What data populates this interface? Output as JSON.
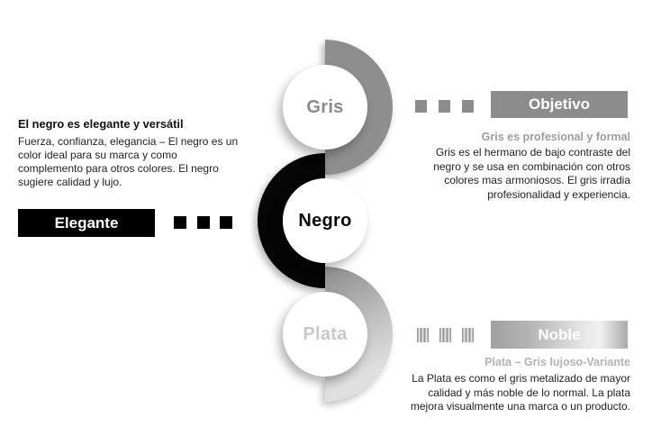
{
  "left_section": {
    "heading": "El negro es elegante y versátil",
    "body": "Fuerza, confianza, elegancia – El negro es un color ideal para su marca y como complemento para otros colores. El negro sugiere calidad y lujo.",
    "tag_label": "Elegante"
  },
  "center": {
    "nodes": [
      {
        "label": "Gris"
      },
      {
        "label": "Negro"
      },
      {
        "label": "Plata"
      }
    ]
  },
  "right_top": {
    "tag_label": "Objetivo",
    "subheading": "Gris es profesional y formal",
    "body": "Gris es el hermano de bajo contraste del negro y se usa en combinación con otros colores mas armoniosos. El gris irradia profesionalidad y experiencia."
  },
  "right_bottom": {
    "tag_label": "Noble",
    "subheading": "Plata – Gris lujoso-Variante",
    "body": "La Plata es como el gris metalizado de mayor calidad y más noble de lo normal. La plata mejora visualmente una marca o un producto."
  },
  "colors": {
    "black": "#000000",
    "gray": "#8c8c8c",
    "silver_light": "#e6e6e6",
    "silver_dark": "#9a9a9a",
    "gris_label": "#8a8a8a",
    "plata_label": "#c9c9c9",
    "body_text": "#222222"
  }
}
